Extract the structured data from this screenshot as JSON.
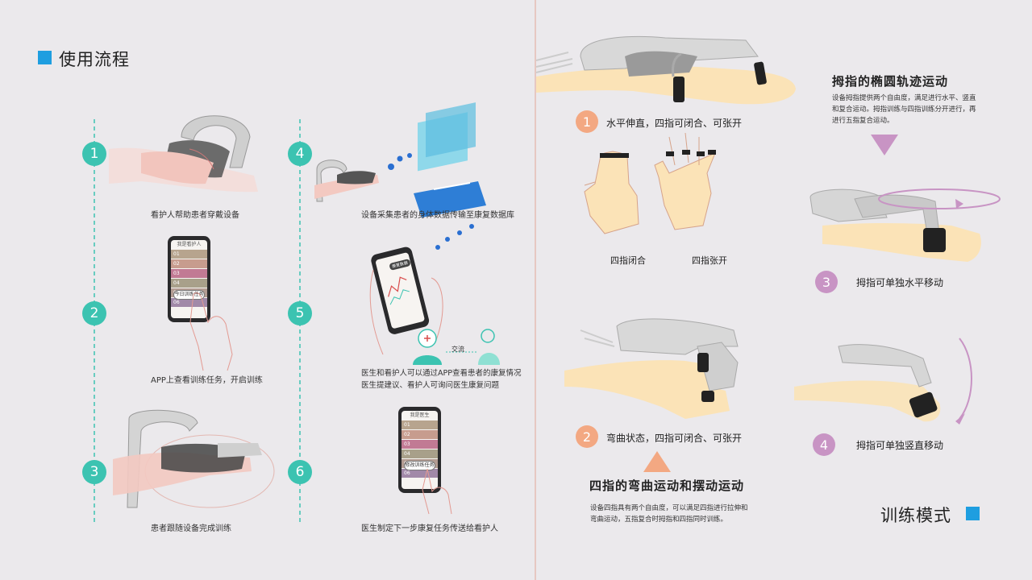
{
  "left_panel": {
    "title": "使用流程",
    "steps": [
      {
        "number": "1",
        "caption": "看护人帮助患者穿戴设备"
      },
      {
        "number": "2",
        "caption": "APP上查看训练任务，开启训练"
      },
      {
        "number": "3",
        "caption": "患者跟随设备完成训练"
      },
      {
        "number": "4",
        "caption": "设备采集患者的身体数据传输至康复数据库"
      },
      {
        "number": "5",
        "caption": "医生和看护人可以通过APP查看患者的康复情况\n医生提建议、看护人可询问医生康复问题"
      },
      {
        "number": "6",
        "caption": "医生制定下一步康复任务传送给看护人"
      }
    ],
    "phone_caregiver": {
      "header": "我是看护人",
      "rows": [
        "01",
        "02",
        "03",
        "04",
        "05",
        "06"
      ],
      "button": "今日训练任务"
    },
    "phone_doctor": {
      "header": "我是医生",
      "rows": [
        "01",
        "02",
        "03",
        "04",
        "05",
        "06"
      ],
      "button": "修改训练任务"
    },
    "phone_data_label": "康复数据",
    "exchange_label": "交流"
  },
  "right_panel": {
    "title": "训练模式",
    "modes": [
      {
        "number": "1",
        "caption": "水平伸直，四指可闭合、可张开",
        "color": "#f3a882"
      },
      {
        "number": "2",
        "caption": "弯曲状态，四指可闭合、可张开",
        "color": "#f3a882"
      },
      {
        "number": "3",
        "caption": "拇指可单独水平移动",
        "color": "#c894c4"
      },
      {
        "number": "4",
        "caption": "拇指可单独竖直移动",
        "color": "#c894c4"
      }
    ],
    "hand_labels": {
      "closed": "四指闭合",
      "open": "四指张开"
    },
    "four_finger": {
      "title": "四指的弯曲运动和摆动运动",
      "desc": "设备四指具有两个自由度，可以满足四指进行拉伸和弯曲运动，五指复合时拇指和四指同时训练。"
    },
    "thumb": {
      "title": "拇指的椭圆轨迹运动",
      "desc": "设备拇指提供两个自由度，满足进行水平、竖直和复合运动。拇指训练与四指训练分开进行，再进行五指复合运动。"
    }
  },
  "colors": {
    "teal": "#3cc3b1",
    "blue": "#1e9ee0",
    "orange": "#f3a882",
    "purple": "#c894c4"
  }
}
